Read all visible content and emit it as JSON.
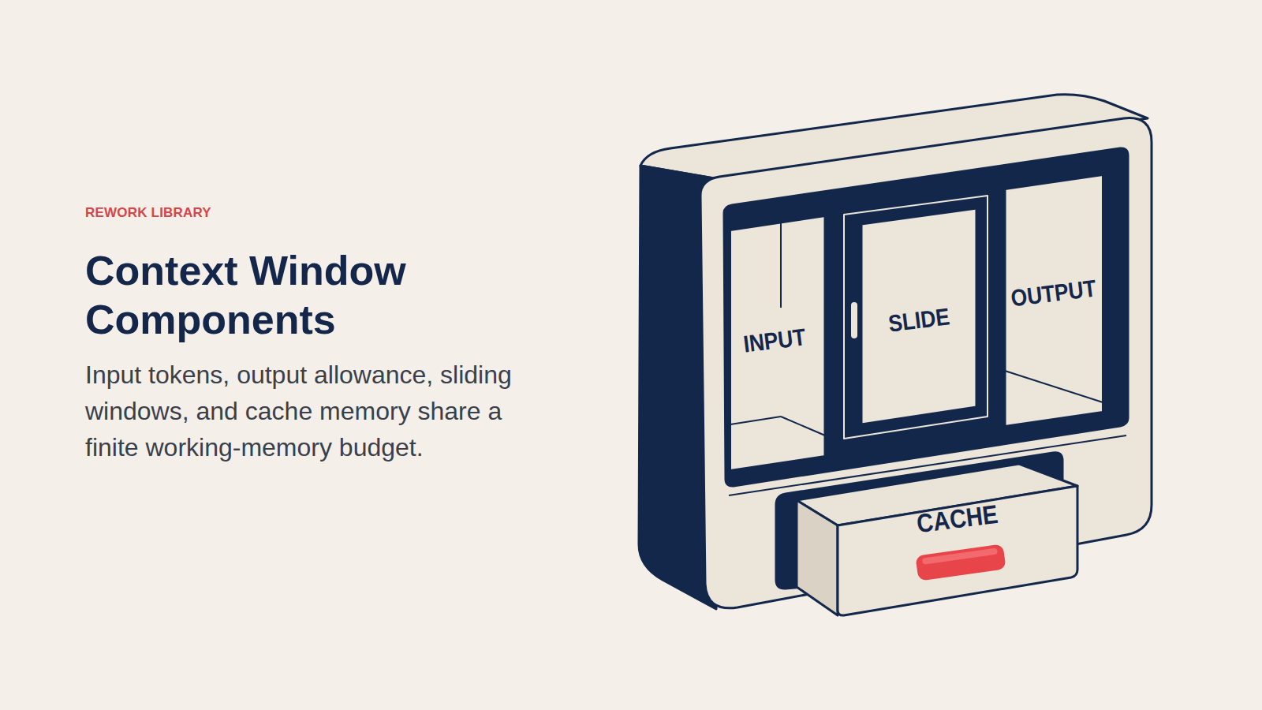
{
  "diagram": {
    "title": "Context Window Components",
    "caption": "Input tokens, output allowance, sliding windows, and cache memory share a finite working-memory budget.",
    "nodes": [
      {
        "text": [
          "INPUT"
        ]
      },
      {
        "text": [
          "SLIDE"
        ]
      },
      {
        "text": [
          "OUTPUT"
        ]
      },
      {
        "text": [
          "CACHE"
        ]
      }
    ],
    "labels": [
      "REWORK LIBRARY"
    ]
  }
}
